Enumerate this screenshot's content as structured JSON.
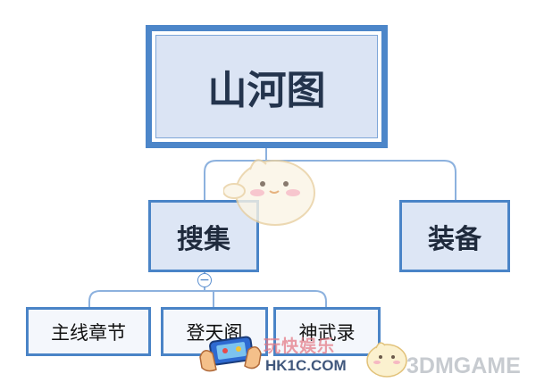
{
  "diagram": {
    "root": {
      "label": "山河图"
    },
    "branches": [
      {
        "label": "搜集",
        "children": [
          {
            "label": "主线章节"
          },
          {
            "label": "登天阁"
          },
          {
            "label": "神武录"
          }
        ],
        "collapse_symbol": "−"
      },
      {
        "label": "装备"
      }
    ],
    "colors": {
      "border": "#4a84c7",
      "node_fill": "#dde6f5",
      "link": "#8cb1de"
    }
  },
  "watermarks": {
    "site_cn": "玩快娱乐",
    "site_domain": "HK1C.COM",
    "brand": "3DMGAME"
  }
}
